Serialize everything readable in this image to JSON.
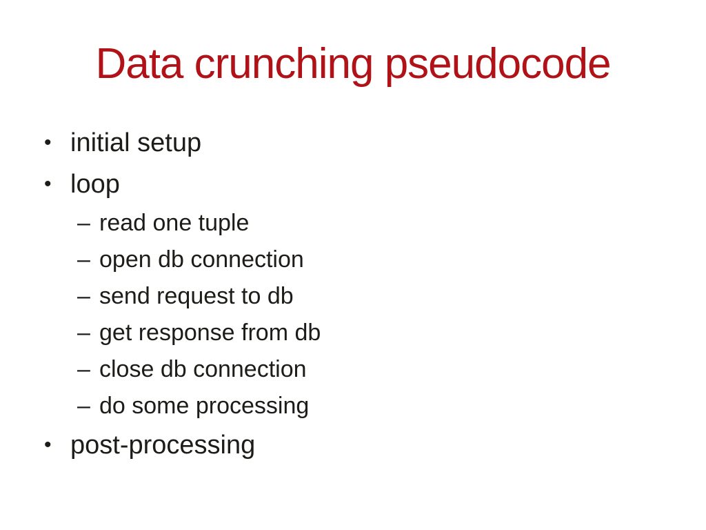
{
  "slide": {
    "title": "Data crunching pseudocode",
    "title_color": "#b01217",
    "text_color": "#1d1c19",
    "background_color": "#ffffff",
    "bullets": [
      {
        "level": 1,
        "marker": "•",
        "text": "initial setup"
      },
      {
        "level": 1,
        "marker": "•",
        "text": "loop"
      },
      {
        "level": 2,
        "marker": "–",
        "text": "read one tuple"
      },
      {
        "level": 2,
        "marker": "–",
        "text": "open db connection"
      },
      {
        "level": 2,
        "marker": "–",
        "text": "send request to db"
      },
      {
        "level": 2,
        "marker": "–",
        "text": "get response from db"
      },
      {
        "level": 2,
        "marker": "–",
        "text": "close db connection"
      },
      {
        "level": 2,
        "marker": "–",
        "text": "do some processing"
      },
      {
        "level": 1,
        "marker": "•",
        "text": "post-processing"
      }
    ]
  }
}
